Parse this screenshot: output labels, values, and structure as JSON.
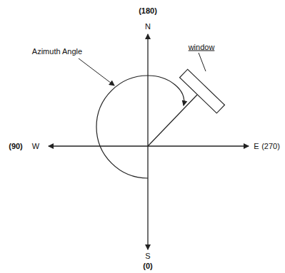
{
  "diagram": {
    "labels": [
      "(180)",
      "N",
      "Azimuth Angle",
      "window",
      "(90)",
      "W",
      "E",
      "(270)",
      "S",
      "(0)"
    ]
  }
}
